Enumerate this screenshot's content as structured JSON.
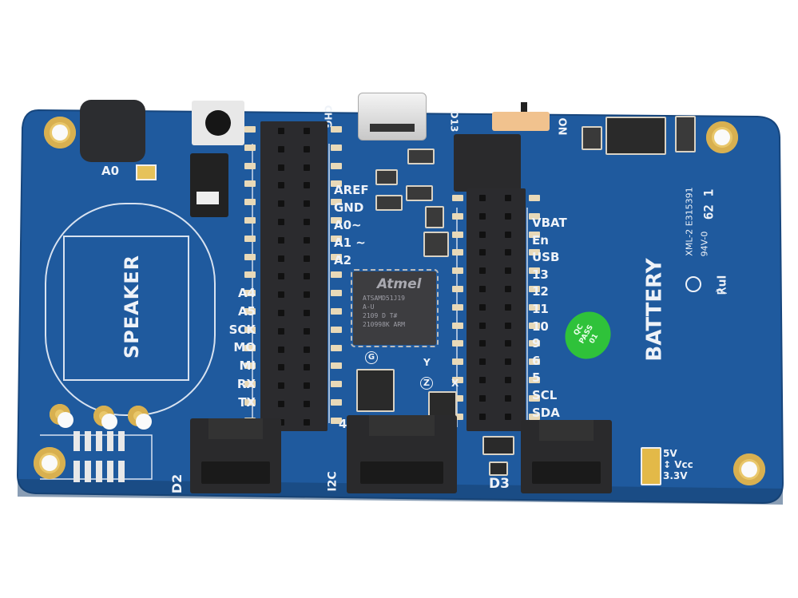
{
  "board": {
    "pcb_color": "#1f5a9e",
    "silk_color": "#eef2f8",
    "chip": {
      "brand": "Atmel",
      "lines": [
        "ATSAMD51J19",
        "A-U",
        "2109 D T#",
        "210998K ARM"
      ]
    },
    "labels": {
      "a0_buzzer": "A0",
      "chg": "CHG",
      "d13": "D13",
      "on": "ON",
      "speaker": "SPEAKER",
      "battery": "BATTERY",
      "g": "G",
      "y": "Y",
      "x": "X",
      "z": "Z",
      "four": "4",
      "d2": "D2",
      "i2c": "I2C",
      "d3": "D3",
      "v5": "5V",
      "vcc": "↕ Vcc",
      "v33": "3.3V",
      "xml": "XML-2  E315391",
      "rating": "94V-0",
      "ul": "℟ul",
      "date_code": "62 1"
    },
    "middle_pins": [
      "AREF",
      "GND",
      "A0~",
      "A1 ~",
      "A2"
    ],
    "left_pins": [
      "A4",
      "A5",
      "SCK",
      "MO",
      "MI",
      "RX",
      "TX"
    ],
    "right_pins": [
      "VBAT",
      "En",
      "USB",
      "13",
      "12",
      "11",
      "10",
      "9",
      "6",
      "5",
      "SCL",
      "SDA"
    ],
    "qc_sticker": {
      "line1": "QC",
      "line2": "PASS",
      "line3": "01",
      "color": "#2fc23a"
    }
  }
}
